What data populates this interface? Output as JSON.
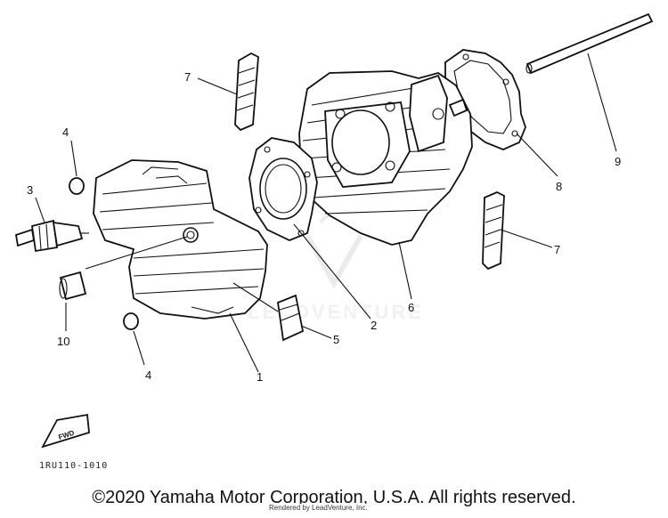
{
  "callouts": [
    {
      "id": "1",
      "label": "1"
    },
    {
      "id": "2",
      "label": "2"
    },
    {
      "id": "3",
      "label": "3"
    },
    {
      "id": "4a",
      "label": "4"
    },
    {
      "id": "4b",
      "label": "4"
    },
    {
      "id": "5",
      "label": "5"
    },
    {
      "id": "6",
      "label": "6"
    },
    {
      "id": "7a",
      "label": "7"
    },
    {
      "id": "7b",
      "label": "7"
    },
    {
      "id": "8",
      "label": "8"
    },
    {
      "id": "9",
      "label": "9"
    },
    {
      "id": "10",
      "label": "10"
    }
  ],
  "forward_label": "FWD",
  "part_code": "1RU110-1010",
  "watermark": "LEADVENTURE",
  "copyright": "©2020 Yamaha Motor Corporation, U.S.A. All rights reserved.",
  "rendered_by": "Rendered by LeadVenture, Inc."
}
